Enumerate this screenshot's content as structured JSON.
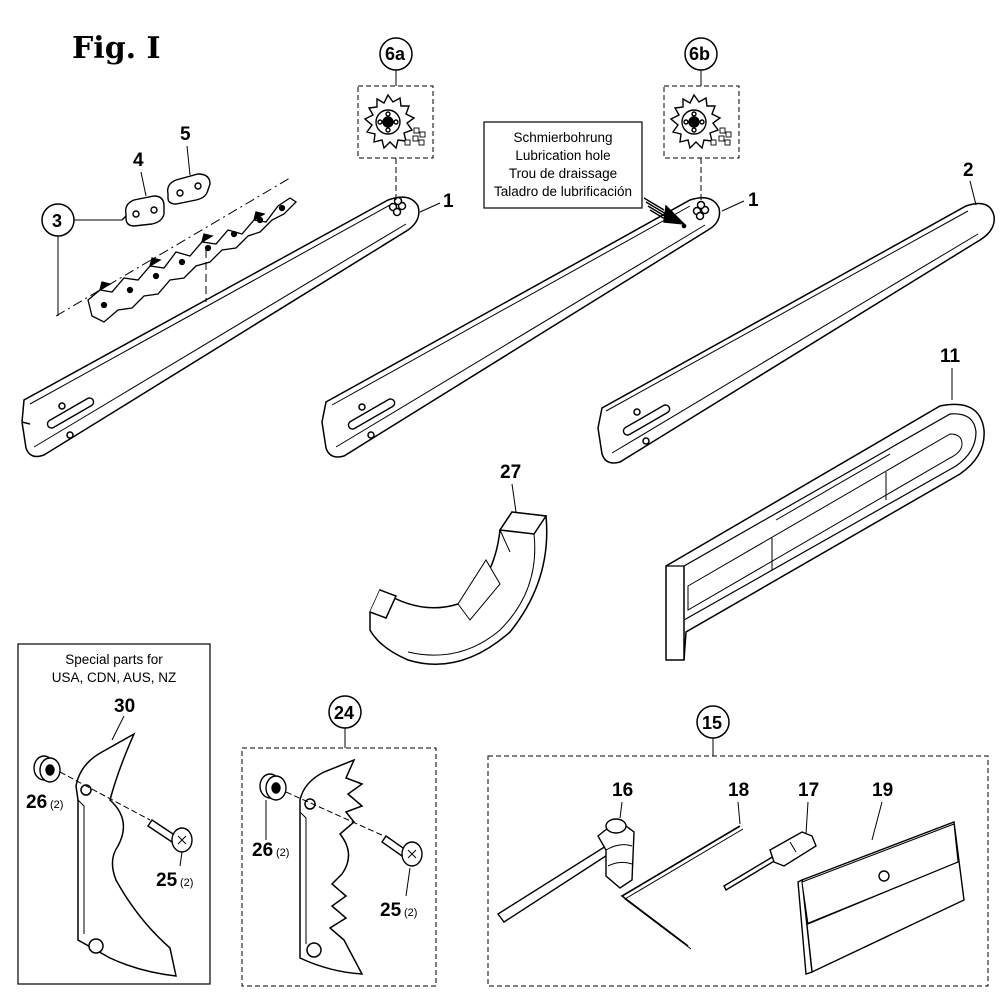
{
  "figure": {
    "title": "Fig. I"
  },
  "labels": {
    "bar_1a": "1",
    "bar_1b": "1",
    "bar_2": "2",
    "chain": "3",
    "link_4": "4",
    "link_5": "5",
    "sprocket_6a": "6a",
    "sprocket_6b": "6b",
    "cover_11": "11",
    "toolkit_15": "15",
    "wrench_16": "16",
    "screwdriver_17": "17",
    "hexkey_18": "18",
    "sheath_19": "19",
    "kit_24": "24",
    "screw_25a": "25",
    "screw_25b": "25",
    "nut_26a": "26",
    "nut_26b": "26",
    "guard_27": "27",
    "catcher_30": "30",
    "qty": "(2)"
  },
  "lubrication_note": [
    "Schmierbohrung",
    "Lubrication hole",
    "Trou de draissage",
    "Taladro de lubrificación"
  ],
  "special_parts_note": [
    "Special parts for",
    "USA, CDN, AUS, NZ"
  ]
}
